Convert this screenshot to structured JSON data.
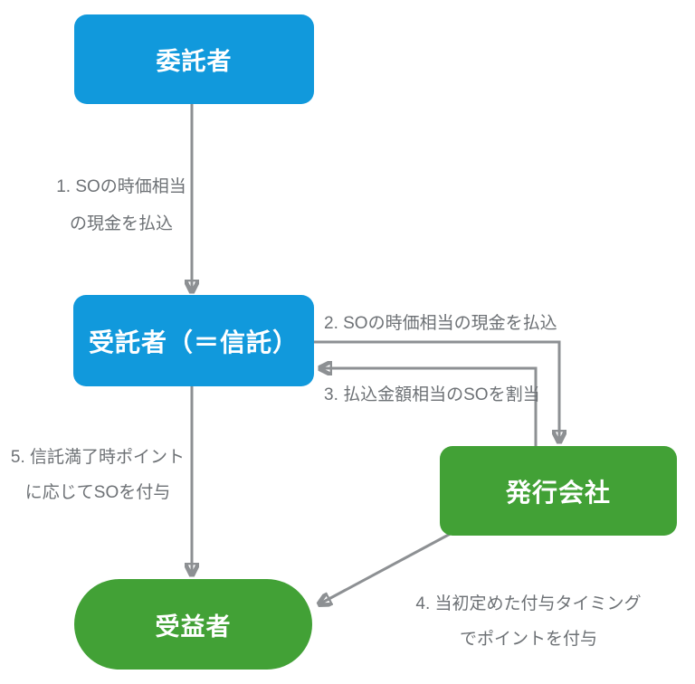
{
  "nodes": {
    "settlor": {
      "label": "委託者"
    },
    "trustee": {
      "label": "受託者（＝信託）"
    },
    "issuer": {
      "label": "発行会社"
    },
    "beneficiary": {
      "label": "受益者"
    }
  },
  "edges": {
    "step1": {
      "lines": [
        "1. SOの時価相当",
        "の現金を払込"
      ]
    },
    "step2": {
      "lines": [
        "2. SOの時価相当の現金を払込"
      ]
    },
    "step3": {
      "lines": [
        "3. 払込金額相当のSOを割当"
      ]
    },
    "step4": {
      "lines": [
        "4. 当初定めた付与タイミング",
        "でポイントを付与"
      ]
    },
    "step5": {
      "lines": [
        "5. 信託満了時ポイント",
        "に応じてSOを付与"
      ]
    }
  },
  "colors": {
    "node_blue": "#1199DC",
    "node_green": "#42A136",
    "arrow_gray": "#8D9093",
    "label_gray": "#6D7175",
    "background": "#FFFFFF"
  }
}
